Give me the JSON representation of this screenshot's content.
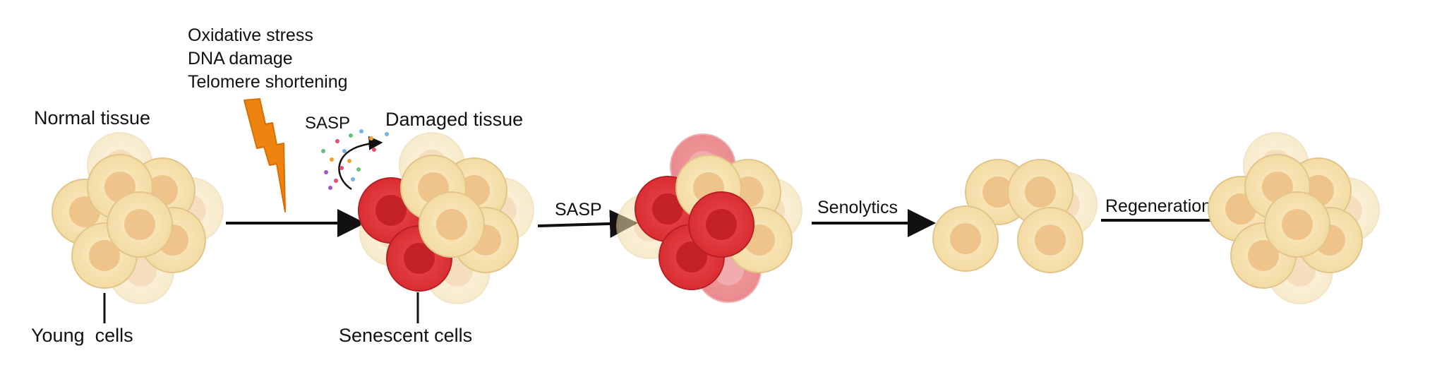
{
  "labels": {
    "stressors": [
      "Oxidative stress",
      "DNA damage",
      "Telomere shortening"
    ],
    "normal_tissue": "Normal tissue",
    "damaged_tissue": "Damaged tissue",
    "sasp_emission": "SASP",
    "sasp_arrow": "SASP",
    "senolytics": "Senolytics",
    "regeneration": "Regeneration",
    "young_cells": "Young  cells",
    "senescent_cells": "Senescent cells"
  },
  "colors": {
    "young_cell": "#f7e2ae",
    "young_cell_nucleus": "#eec48a",
    "senescent_cell": "#e23a3e",
    "senescent_nucleus": "#c42128",
    "lightning": "#ee8410",
    "arrow": "#111111"
  },
  "icons": [
    "lightning-bolt-icon",
    "sasp-particles-icon"
  ]
}
